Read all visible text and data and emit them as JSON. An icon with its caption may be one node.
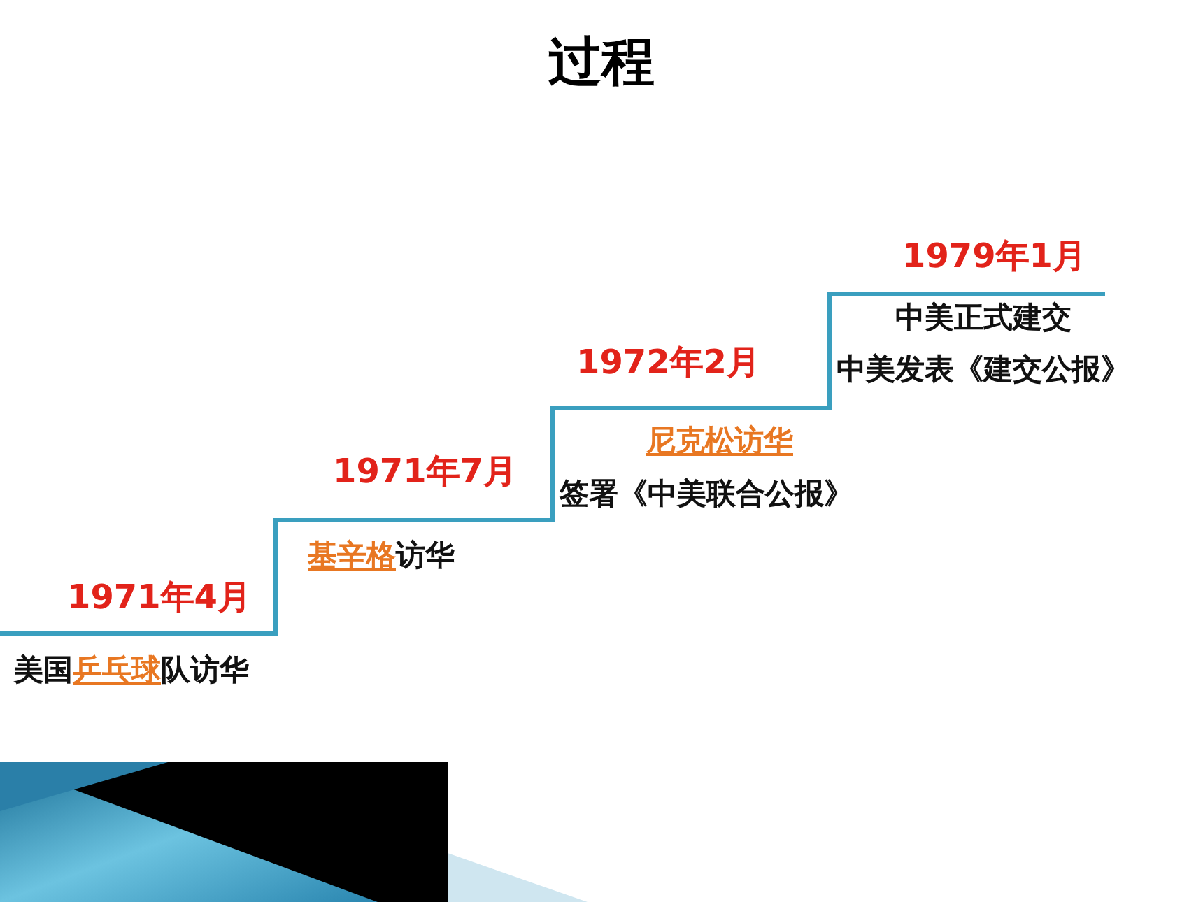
{
  "diagram": {
    "title": "过程",
    "nodes": [
      {
        "text": [
          "1971年4月",
          "美国**乒乓球**队访华"
        ]
      },
      {
        "text": [
          "1971年7月",
          "**基辛格**访华"
        ]
      },
      {
        "text": [
          "1972年2月",
          "尼克松访华",
          "签署《中美联合公报》"
        ]
      },
      {
        "text": [
          "1979年1月",
          "中美正式建交",
          "中美发表《建交公报》"
        ]
      }
    ],
    "edges": []
  }
}
